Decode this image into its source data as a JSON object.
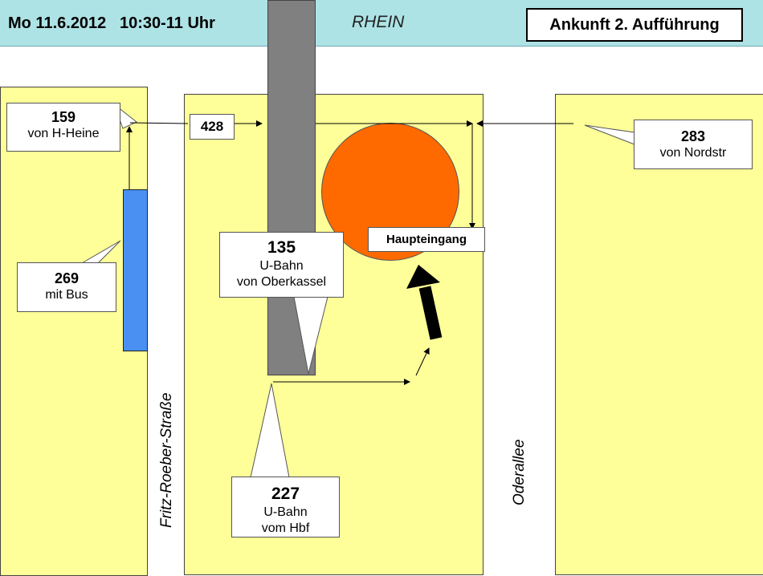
{
  "header": {
    "date_time": "Mo 11.6.2012   10:30-11 Uhr",
    "river": "RHEIN",
    "badge": "Ankunft 2. Aufführung",
    "background_color": "#aee3e6"
  },
  "streets": {
    "left": "Fritz-Roeber-Straße",
    "right": "Oderallee"
  },
  "labels": {
    "l159": {
      "number": "159",
      "text": "von H-Heine"
    },
    "l428": {
      "number": "428"
    },
    "l283": {
      "number": "283",
      "text": "von Nordstr"
    },
    "l269": {
      "number": "269",
      "text": "mit Bus"
    },
    "l135": {
      "number": "135",
      "line1": "U-Bahn",
      "line2": "von Oberkassel"
    },
    "l227": {
      "number": "227",
      "line1": "U-Bahn",
      "line2": "vom Hbf"
    },
    "main_entrance": "Haupteingang"
  },
  "colors": {
    "block": "#ffff99",
    "rail": "#808080",
    "bus_stop": "#4a8ff2",
    "venue": "#ff6a00"
  }
}
